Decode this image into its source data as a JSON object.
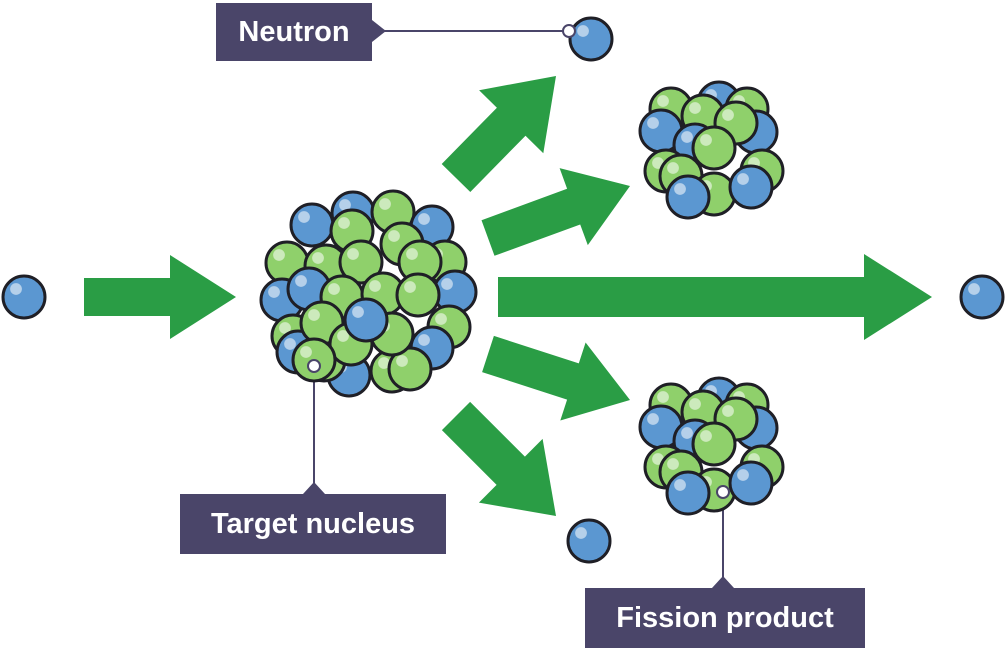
{
  "labels": {
    "neutron": "Neutron",
    "target_nucleus": "Target nucleus",
    "fission_product": "Fission product"
  },
  "colors": {
    "neutron": "#5b97d1",
    "proton": "#8fd06b",
    "arrow": "#2a9d45",
    "outline": "#1f1f26",
    "label_bg": "#4a4569",
    "label_text": "#ffffff",
    "leader_line": "#4a4569"
  }
}
